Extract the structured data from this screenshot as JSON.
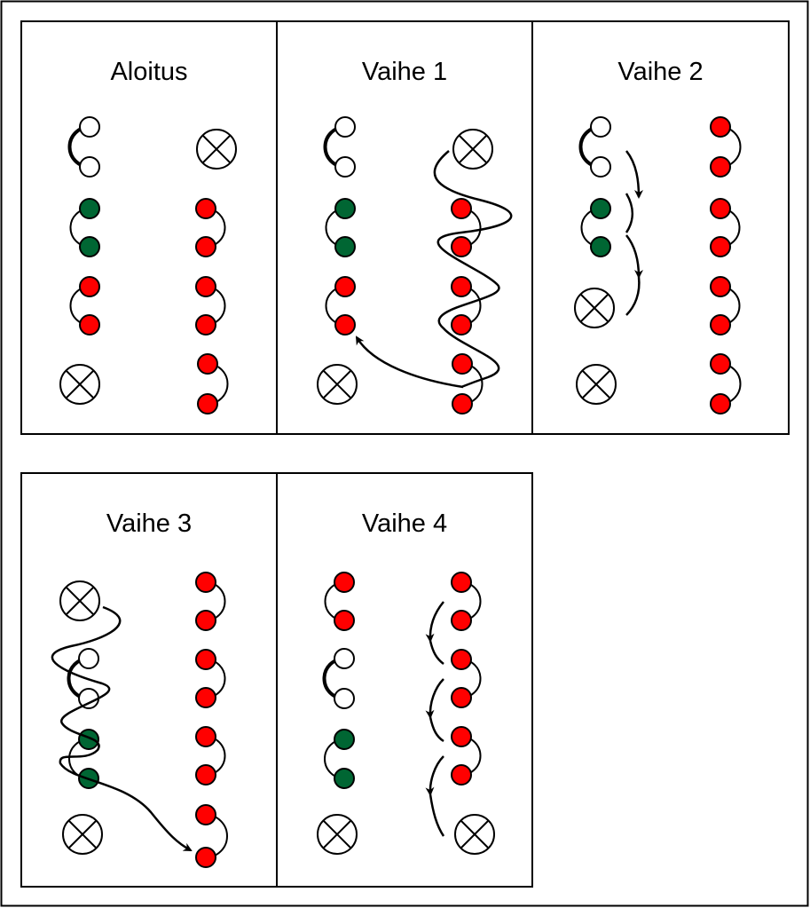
{
  "panels": [
    {
      "title": "Aloitus"
    },
    {
      "title": "Vaihe 1"
    },
    {
      "title": "Vaihe 2"
    },
    {
      "title": "Vaihe 3"
    },
    {
      "title": "Vaihe 4"
    }
  ],
  "colors": {
    "red": "#ff0000",
    "green": "#006633",
    "white": "#ffffff",
    "stroke": "#000000"
  }
}
